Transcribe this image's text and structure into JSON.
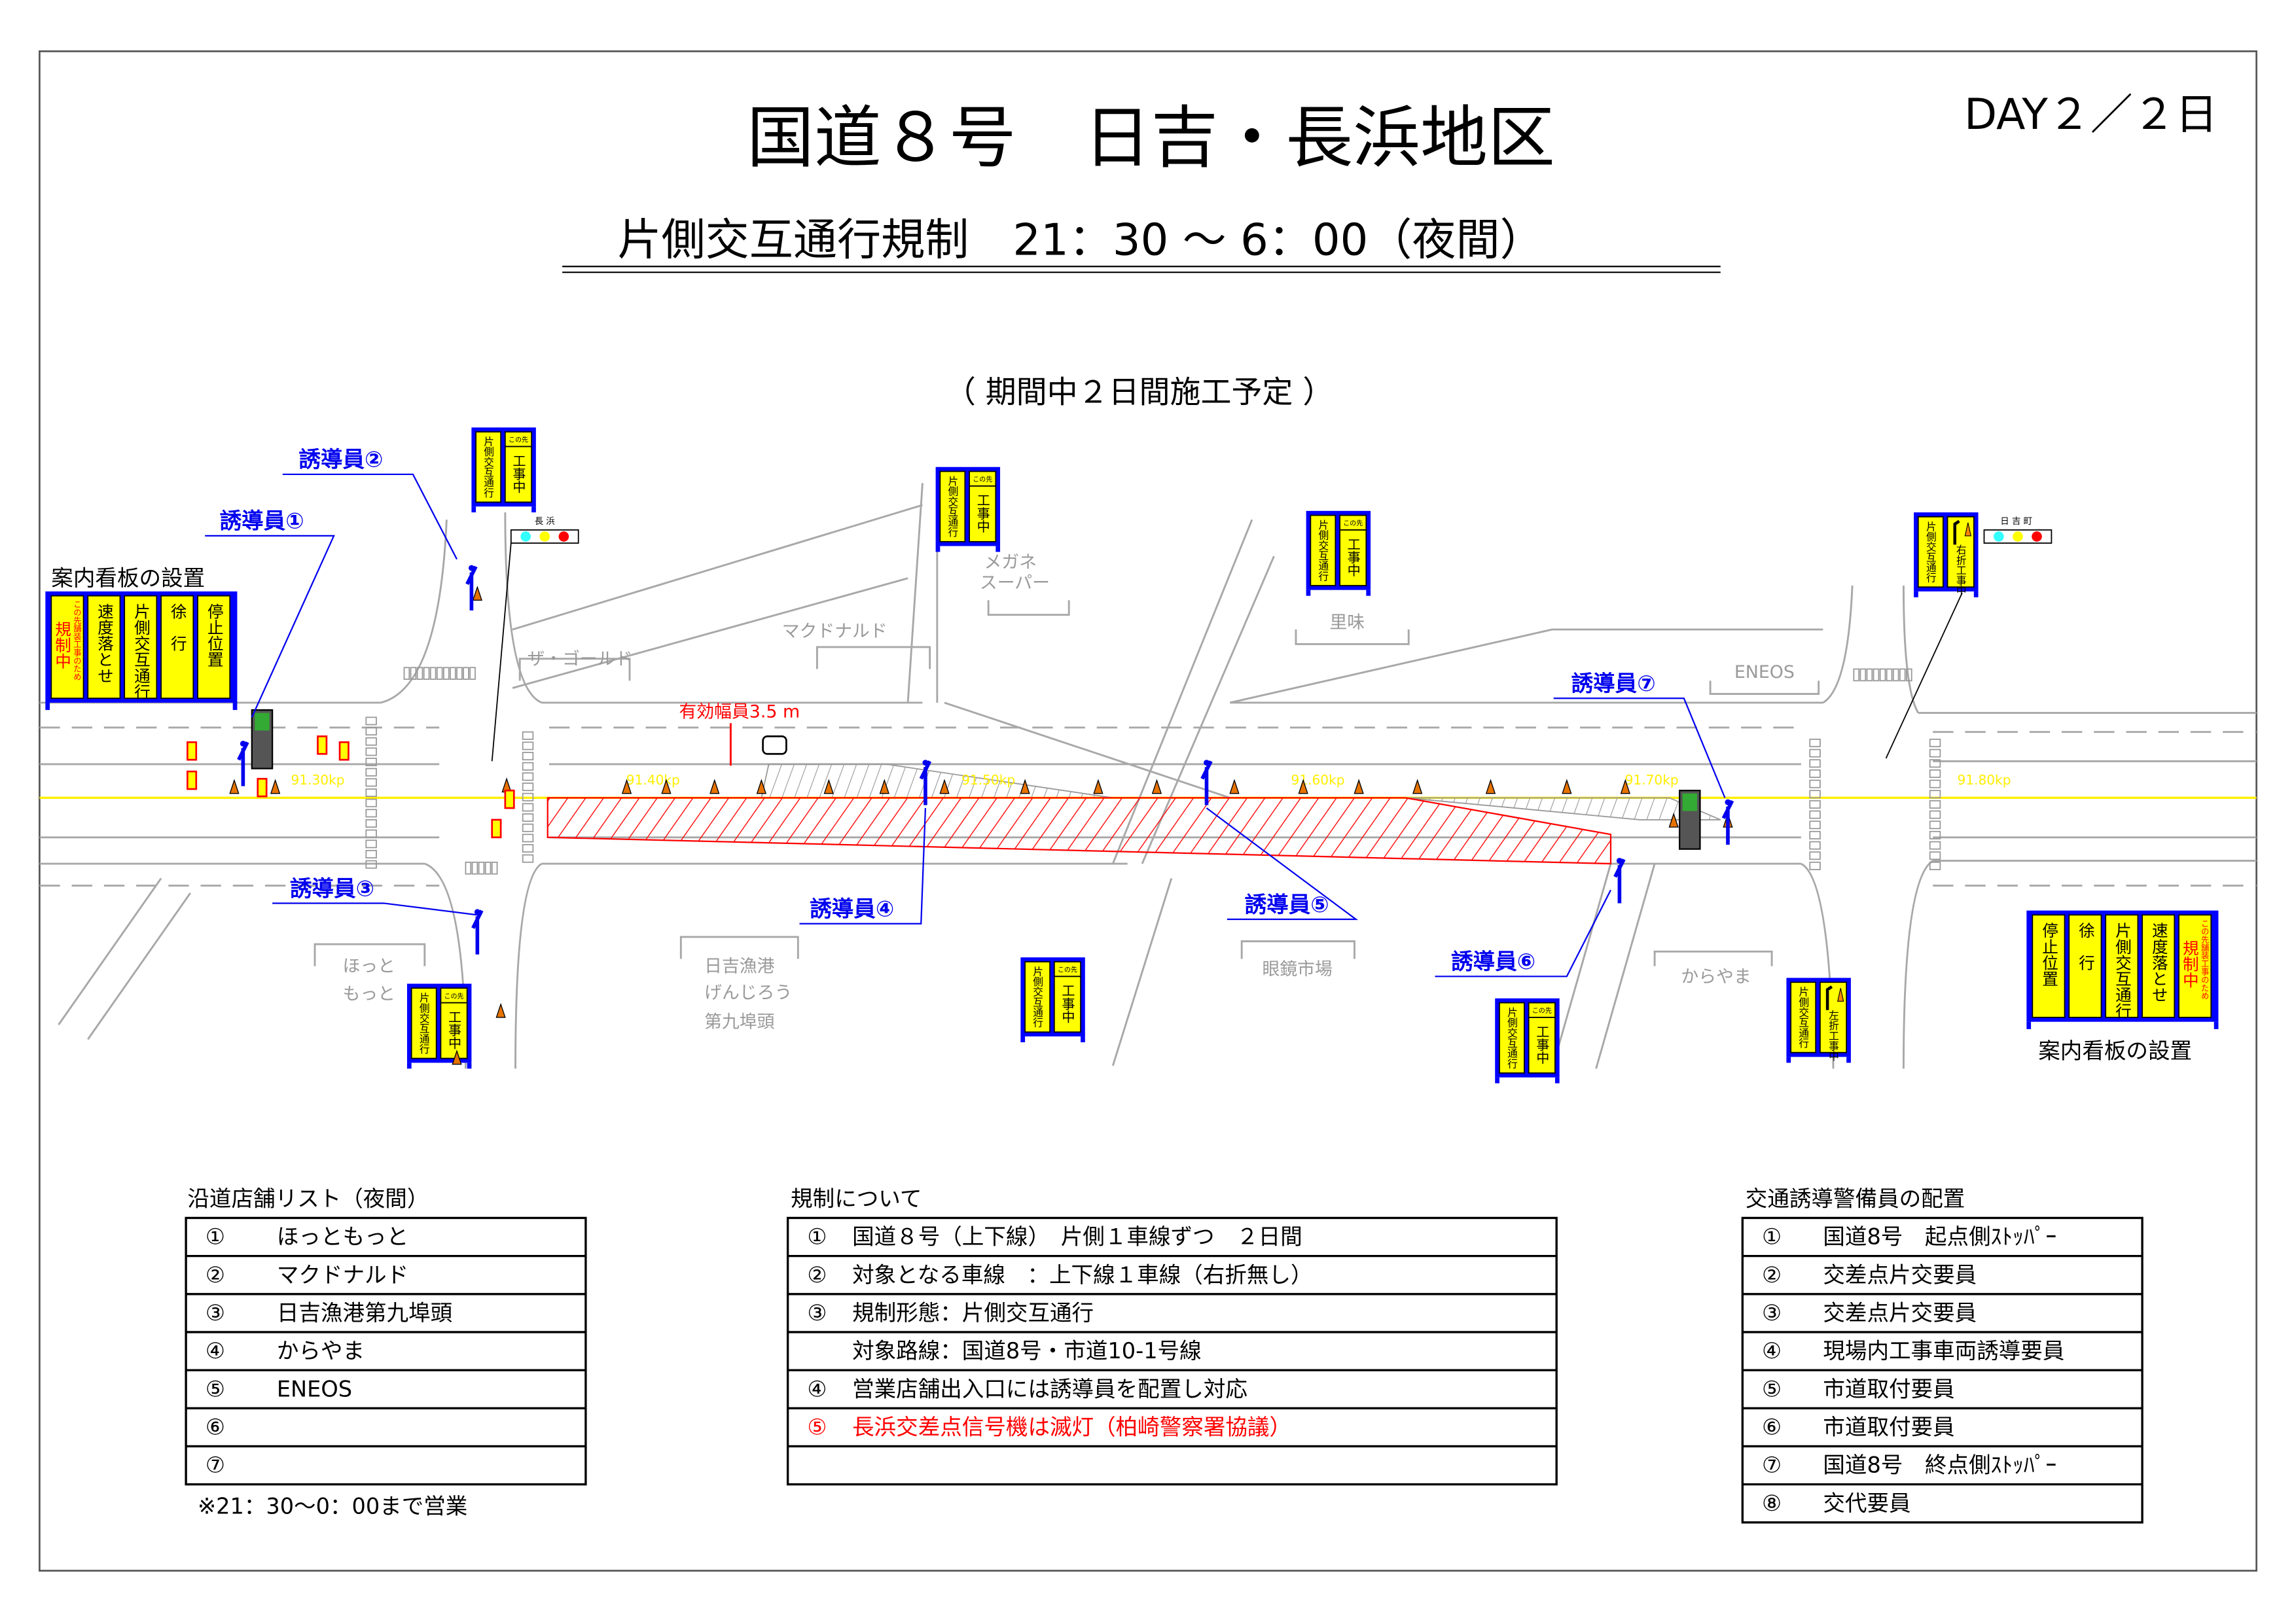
{
  "header": {
    "title": "国道８号　日吉・長浜地区",
    "day": "DAY２／２日",
    "subtitle": "片側交互通行規制　21：30 ～ 6：00（夜間）",
    "period_note": "（ 期間中２日間施工予定 ）"
  },
  "map": {
    "guide_board_label_left": "案内看板の設置",
    "guide_board_label_right": "案内看板の設置",
    "guide_board_panels": [
      "規制中",
      "速度落とせ",
      "片側交互通行",
      "徐　行",
      "停止位置"
    ],
    "guide_board_small_red": "この先舗装工事のため",
    "effective_width": "有効幅員3.5 m",
    "signals": [
      {
        "label": "長 浜"
      },
      {
        "label": "日 吉 町"
      }
    ],
    "signal_colors": [
      "#33ffff",
      "#ffff00",
      "#ff0000"
    ],
    "guards": [
      {
        "label": "誘導員①"
      },
      {
        "label": "誘導員②"
      },
      {
        "label": "誘導員③"
      },
      {
        "label": "誘導員④"
      },
      {
        "label": "誘導員⑤"
      },
      {
        "label": "誘導員⑥"
      },
      {
        "label": "誘導員⑦"
      }
    ],
    "stores": [
      {
        "label": "ザ・ゴールド"
      },
      {
        "label": "マクドナルド"
      },
      {
        "label": "メガネ"
      },
      {
        "label": "スーパー"
      },
      {
        "label": "里味"
      },
      {
        "label": "ENEOS"
      },
      {
        "label": "ほっと"
      },
      {
        "label": "もっと"
      },
      {
        "label": "日吉漁港"
      },
      {
        "label": "げんじろう"
      },
      {
        "label": "第九埠頭"
      },
      {
        "label": "眼鏡市場"
      },
      {
        "label": "からやま"
      }
    ],
    "kp_markers": [
      "91.30kp",
      "91.40kp",
      "91.50kp",
      "91.60kp",
      "91.70kp",
      "91.80kp"
    ],
    "signs": [
      {
        "left": "片側交互通行",
        "top": "この先",
        "right": "工事中"
      },
      {
        "left": "片側交互通行",
        "top": "この先",
        "right": "工事中"
      },
      {
        "left": "片側交互通行",
        "top": "この先",
        "right": "工事中"
      },
      {
        "left": "片側交互通行",
        "top": "この先",
        "right": "工事中"
      },
      {
        "left": "片側交互通行",
        "top": "この先",
        "right": "工事中"
      },
      {
        "left": "片側交互通行",
        "top": "この先",
        "right": "工事中"
      },
      {
        "left": "片側交互通行",
        "top": "",
        "right": "右折工事中"
      },
      {
        "left": "片側交互通行",
        "top": "",
        "right": "左折工事中"
      }
    ],
    "colors": {
      "guard": "#0000ee",
      "sign_frame": "#0000ff",
      "sign_panel": "#ffff00",
      "restriction": "#ff0000",
      "kp": "#ffee00"
    }
  },
  "stores_table": {
    "title": "沿道店舗リスト（夜間）",
    "rows": [
      {
        "num": "①",
        "text": "ほっともっと"
      },
      {
        "num": "②",
        "text": "マクドナルド"
      },
      {
        "num": "③",
        "text": "日吉漁港第九埠頭"
      },
      {
        "num": "④",
        "text": "からやま"
      },
      {
        "num": "⑤",
        "text": "ENEOS"
      },
      {
        "num": "⑥",
        "text": ""
      },
      {
        "num": "⑦",
        "text": ""
      }
    ],
    "note": "※21：30〜0：00まで営業"
  },
  "regulation_table": {
    "title": "規制について",
    "rows": [
      {
        "num": "①",
        "text": "国道８号（上下線）　片側１車線ずつ　２日間",
        "red": false
      },
      {
        "num": "②",
        "text": "対象となる車線　：上下線１車線（右折無し）",
        "red": false
      },
      {
        "num": "③",
        "text": "規制形態：片側交互通行",
        "red": false
      },
      {
        "num": "",
        "text": "対象路線：国道8号・市道10-1号線",
        "red": false
      },
      {
        "num": "④",
        "text": "営業店舗出入口には誘導員を配置し対応",
        "red": false
      },
      {
        "num": "⑤",
        "text": "長浜交差点信号機は滅灯（柏崎警察署協議）",
        "red": true
      },
      {
        "num": "",
        "text": "",
        "red": false
      }
    ]
  },
  "guards_table": {
    "title": "交通誘導警備員の配置",
    "rows": [
      {
        "num": "①",
        "text": "国道8号　起点側ｽﾄｯﾊﾟｰ"
      },
      {
        "num": "②",
        "text": "交差点片交要員"
      },
      {
        "num": "③",
        "text": "交差点片交要員"
      },
      {
        "num": "④",
        "text": "現場内工事車両誘導要員"
      },
      {
        "num": "⑤",
        "text": "市道取付要員"
      },
      {
        "num": "⑥",
        "text": "市道取付要員"
      },
      {
        "num": "⑦",
        "text": "国道8号　終点側ｽﾄｯﾊﾟｰ"
      },
      {
        "num": "⑧",
        "text": "交代要員"
      }
    ]
  }
}
